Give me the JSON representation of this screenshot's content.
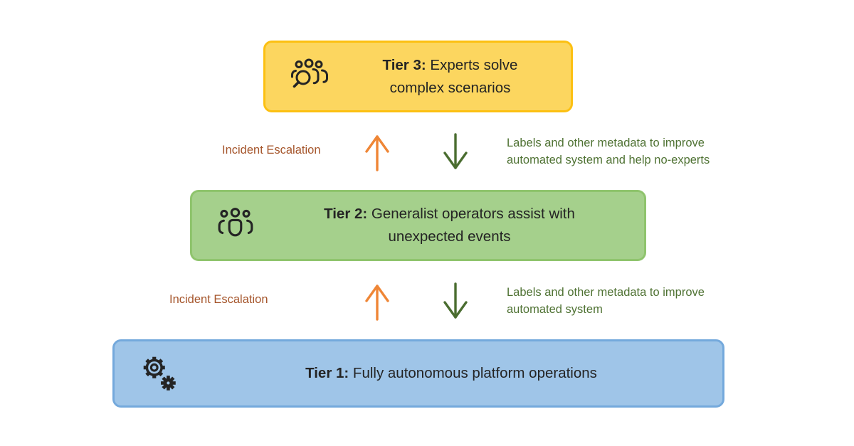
{
  "diagram": {
    "background": "#ffffff",
    "text_color": "#242424"
  },
  "colors": {
    "tier3_fill": "#FCD65F",
    "tier3_border": "#FCC012",
    "tier2_fill": "#A5D08C",
    "tier2_border": "#8FC46D",
    "tier1_fill": "#9FC5E8",
    "tier1_border": "#74A9DC",
    "escalation_text": "#A5552B",
    "up_arrow": "#EF8636",
    "down_arrow": "#4A6D30",
    "feedback_text": "#4F7233",
    "icon_stroke": "#242424"
  },
  "tiers": [
    {
      "id": "tier3",
      "icon": "people-search-icon",
      "label_bold": "Tier 3:",
      "label_rest": " Experts solve complex scenarios"
    },
    {
      "id": "tier2",
      "icon": "people-group-icon",
      "label_bold": "Tier 2:",
      "label_rest": " Generalist operators assist with unexpected events"
    },
    {
      "id": "tier1",
      "icon": "gears-icon",
      "label_bold": "Tier 1:",
      "label_rest": " Fully autonomous platform operations"
    }
  ],
  "flows": [
    {
      "between": "tier3-tier2",
      "escalation_label": "Incident Escalation",
      "feedback_label": "Labels and other metadata to improve automated system and help no-experts"
    },
    {
      "between": "tier2-tier1",
      "escalation_label": "Incident Escalation",
      "feedback_label": "Labels and other metadata to improve automated system"
    }
  ]
}
